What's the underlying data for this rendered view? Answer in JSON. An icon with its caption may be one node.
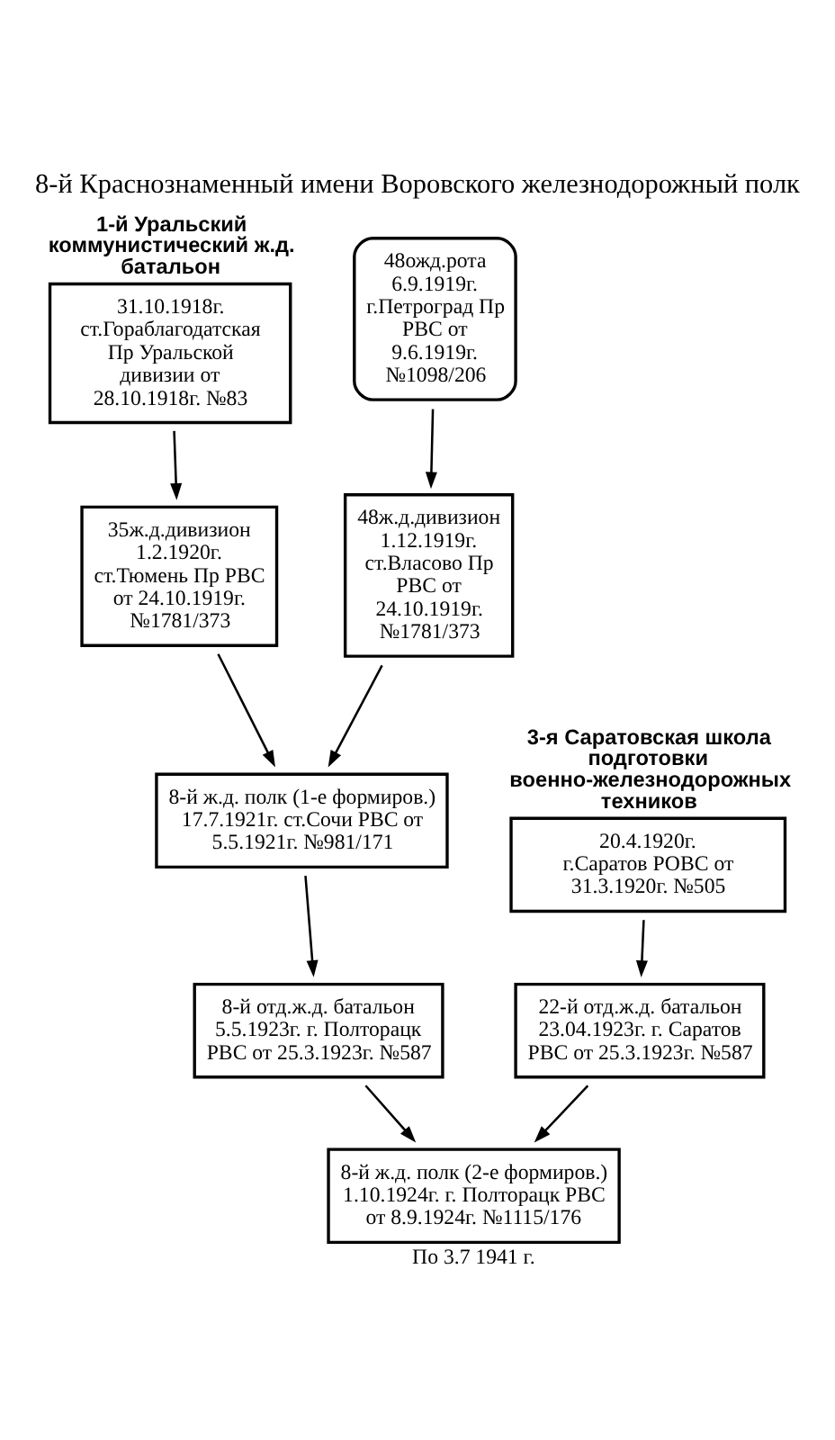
{
  "diagram": {
    "title": "8-й Краснознаменный имени Воровского железнодорожный полк",
    "nodes": [
      {
        "text": [
          "1-й Уральский коммунистический ж.д. батальон",
          "31.10.1918г. ст.Гораблагодатская Пр Уральской дивизии от 28.10.1918г. №83"
        ]
      },
      {
        "text": [
          "48ожд.рота 6.9.1919г. г.Петроград Пр РВС от 9.6.1919г. №1098/206"
        ]
      },
      {
        "text": [
          "3-я Саратовская школа подготовки военно-железнодорожных техников",
          "20.4.1920г. г.Саратов РОВС от 31.3.1920г. №505"
        ]
      },
      {
        "text": [
          "35ж.д.дивизион 1.2.1920г. ст.Тюмень Пр РВС от 24.10.1919г. №1781/373"
        ]
      },
      {
        "text": [
          "48ж.д.дивизион 1.12.1919г. ст.Власово Пр РВС от 24.10.1919г. №1781/373"
        ]
      },
      {
        "text": [
          "8-й ж.д. полк (1-е формиров.) 17.7.1921г. ст.Сочи РВС от 5.5.1921г. №981/171"
        ]
      },
      {
        "text": [
          "8-й отд.ж.д. батальон 5.5.1923г. г. Полторацк РВС от 25.3.1923г. №587"
        ]
      },
      {
        "text": [
          "22-й отд.ж.д. батальон 23.04.1923г. г. Саратов РВС от 25.3.1923г. №587"
        ]
      },
      {
        "text": [
          "8-й ж.д. полк (2-е формиров.) 1.10.1924г. г. Полторацк РВС от 8.9.1924г. №1115/176"
        ],
        "beside": [
          "По 3.7 1941 г."
        ]
      }
    ],
    "edges": [
      {
        "from": 0,
        "to": 3,
        "arrow": "to"
      },
      {
        "from": 1,
        "to": 4,
        "arrow": "to"
      },
      {
        "from": 3,
        "to": 5,
        "arrow": "to"
      },
      {
        "from": 4,
        "to": 5,
        "arrow": "to"
      },
      {
        "from": 5,
        "to": 6,
        "arrow": "to"
      },
      {
        "from": 2,
        "to": 7,
        "arrow": "to"
      },
      {
        "from": 6,
        "to": 8,
        "arrow": "to"
      },
      {
        "from": 7,
        "to": 8,
        "arrow": "to"
      }
    ]
  }
}
